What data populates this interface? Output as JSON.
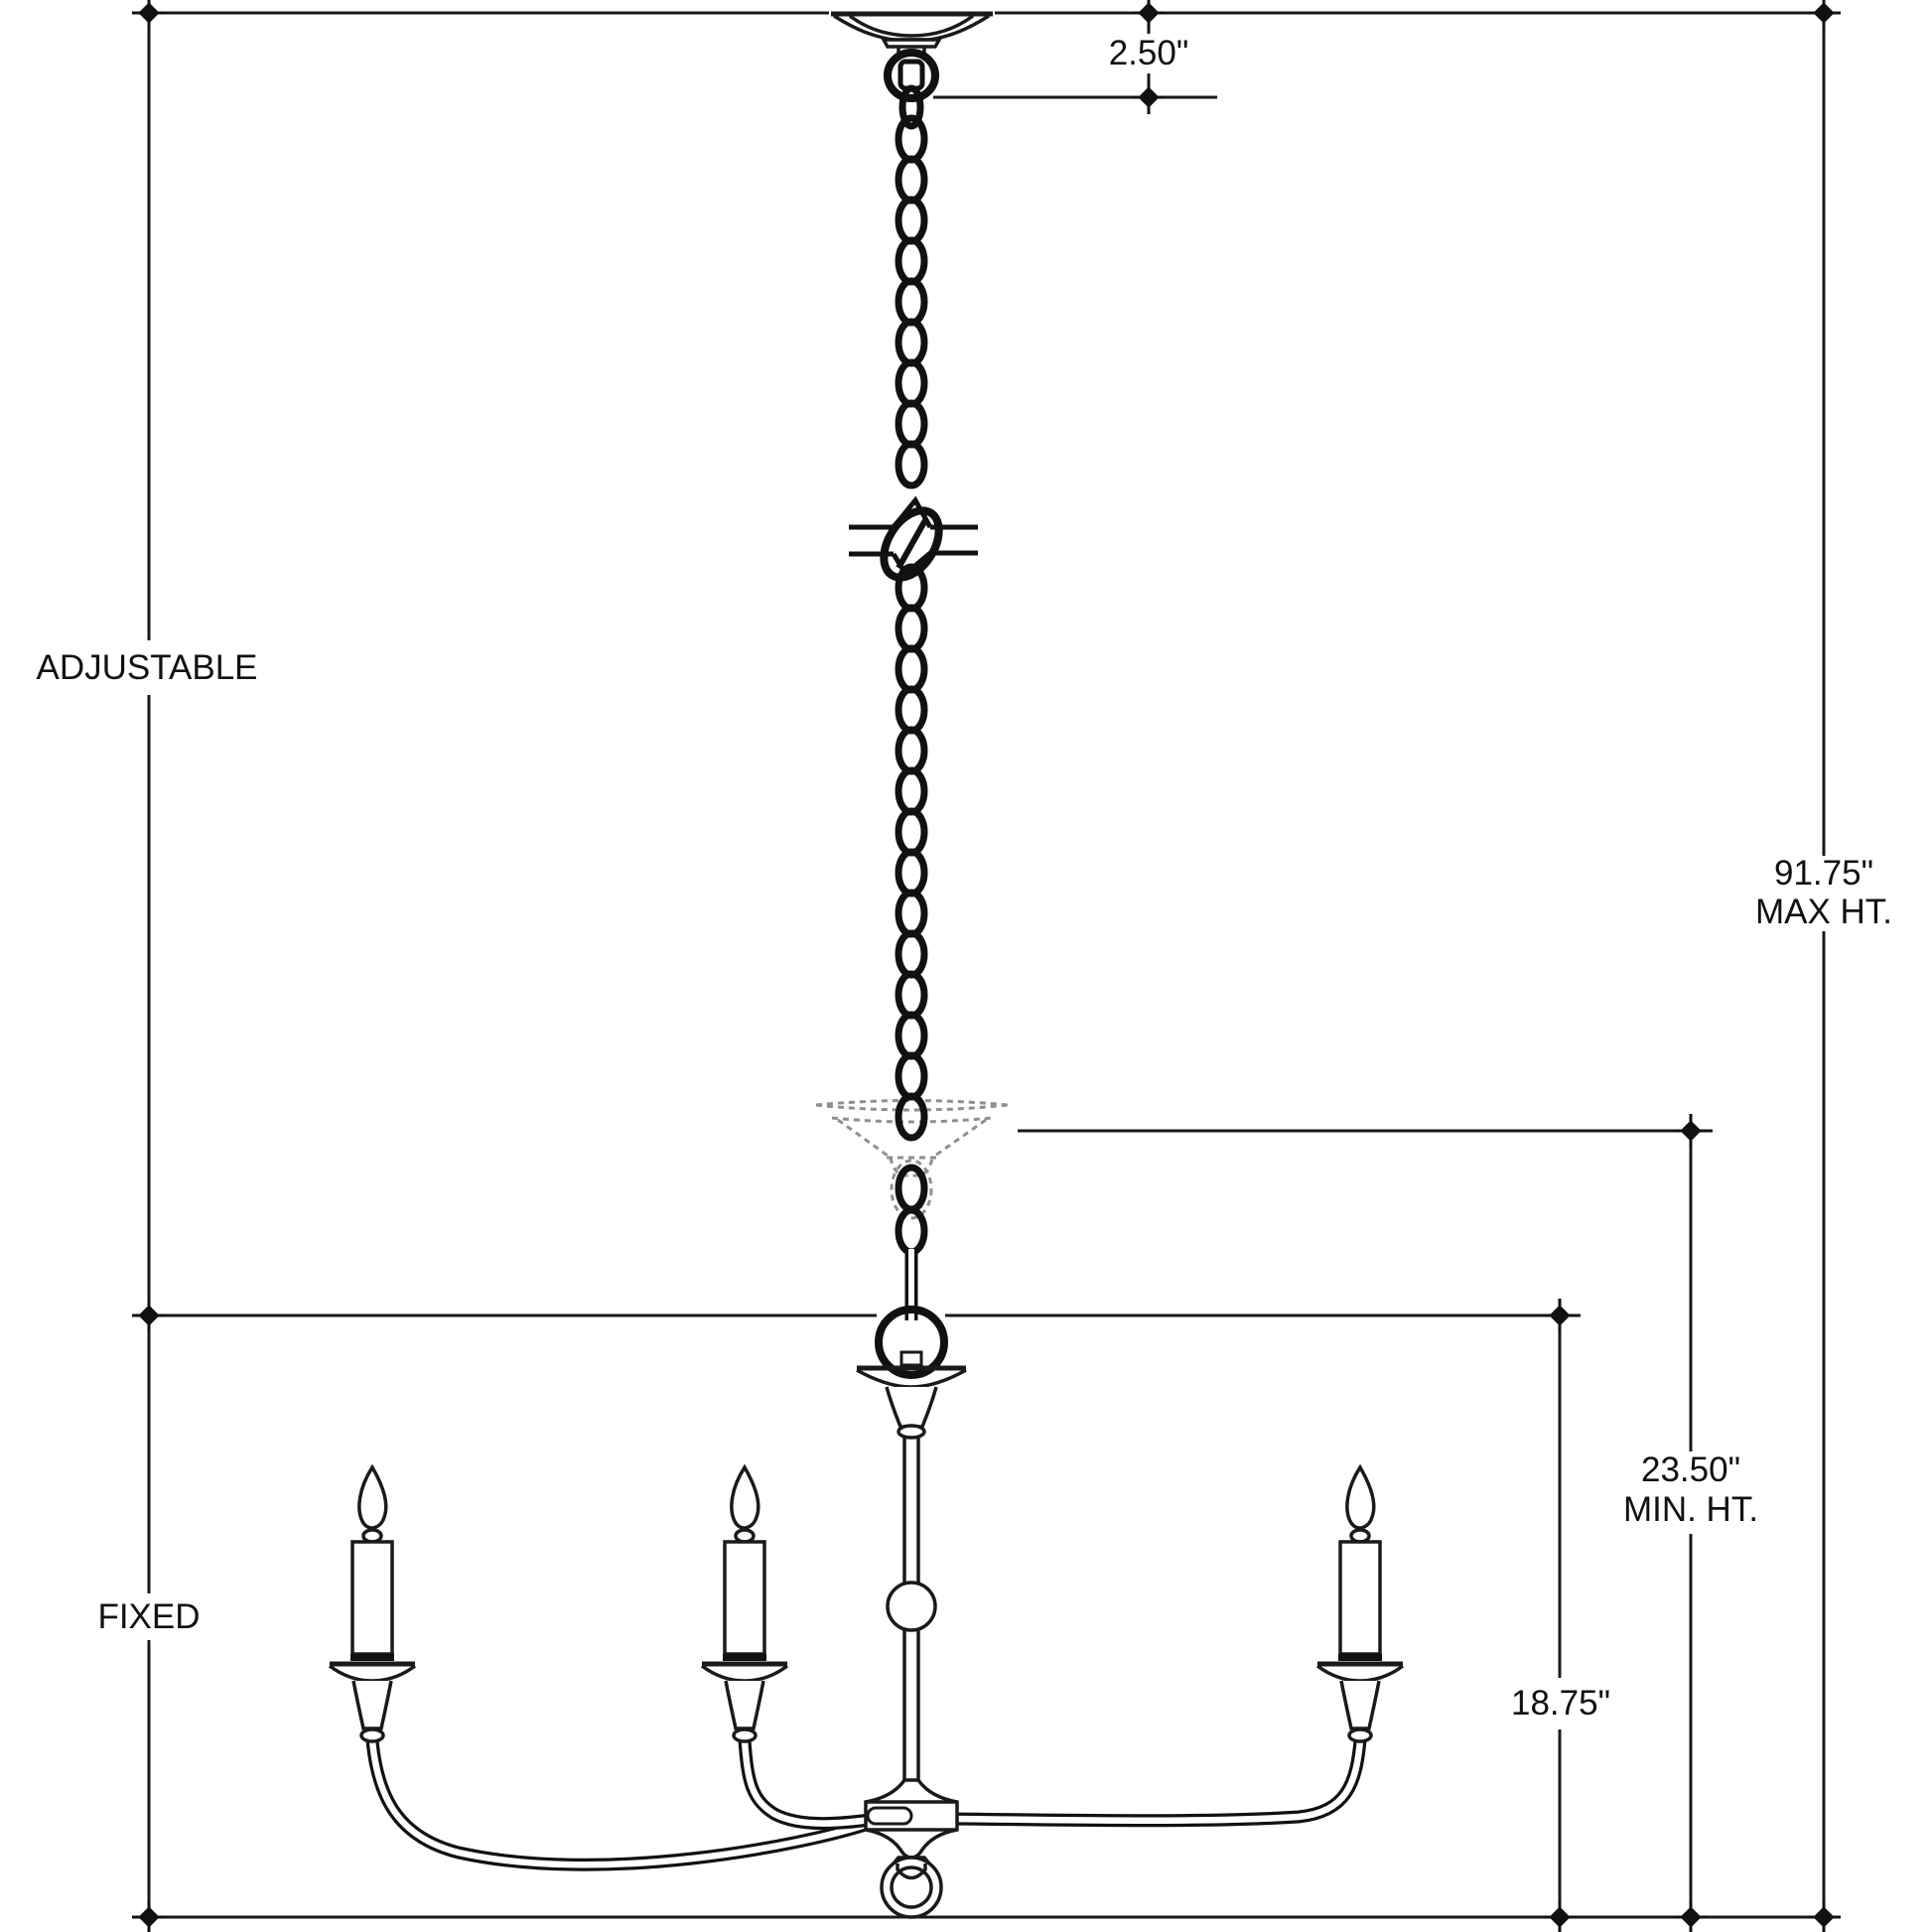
{
  "drawing": {
    "type": "dimension-diagram",
    "subject": "chandelier",
    "colors": {
      "line": "#1a1a1a",
      "chain": "#111111",
      "phantom": "#8f8f8f",
      "background": "#ffffff",
      "text": "#111111"
    },
    "zones": {
      "adjustable": "ADJUSTABLE",
      "fixed": "FIXED"
    },
    "dimensions": {
      "canopy_drop": {
        "value": "2.50\""
      },
      "max_height": {
        "value": "91.75\"",
        "caption": "MAX HT."
      },
      "min_height": {
        "value": "23.50\"",
        "caption": "MIN. HT."
      },
      "fixture_height": {
        "value": "18.75\""
      }
    }
  }
}
